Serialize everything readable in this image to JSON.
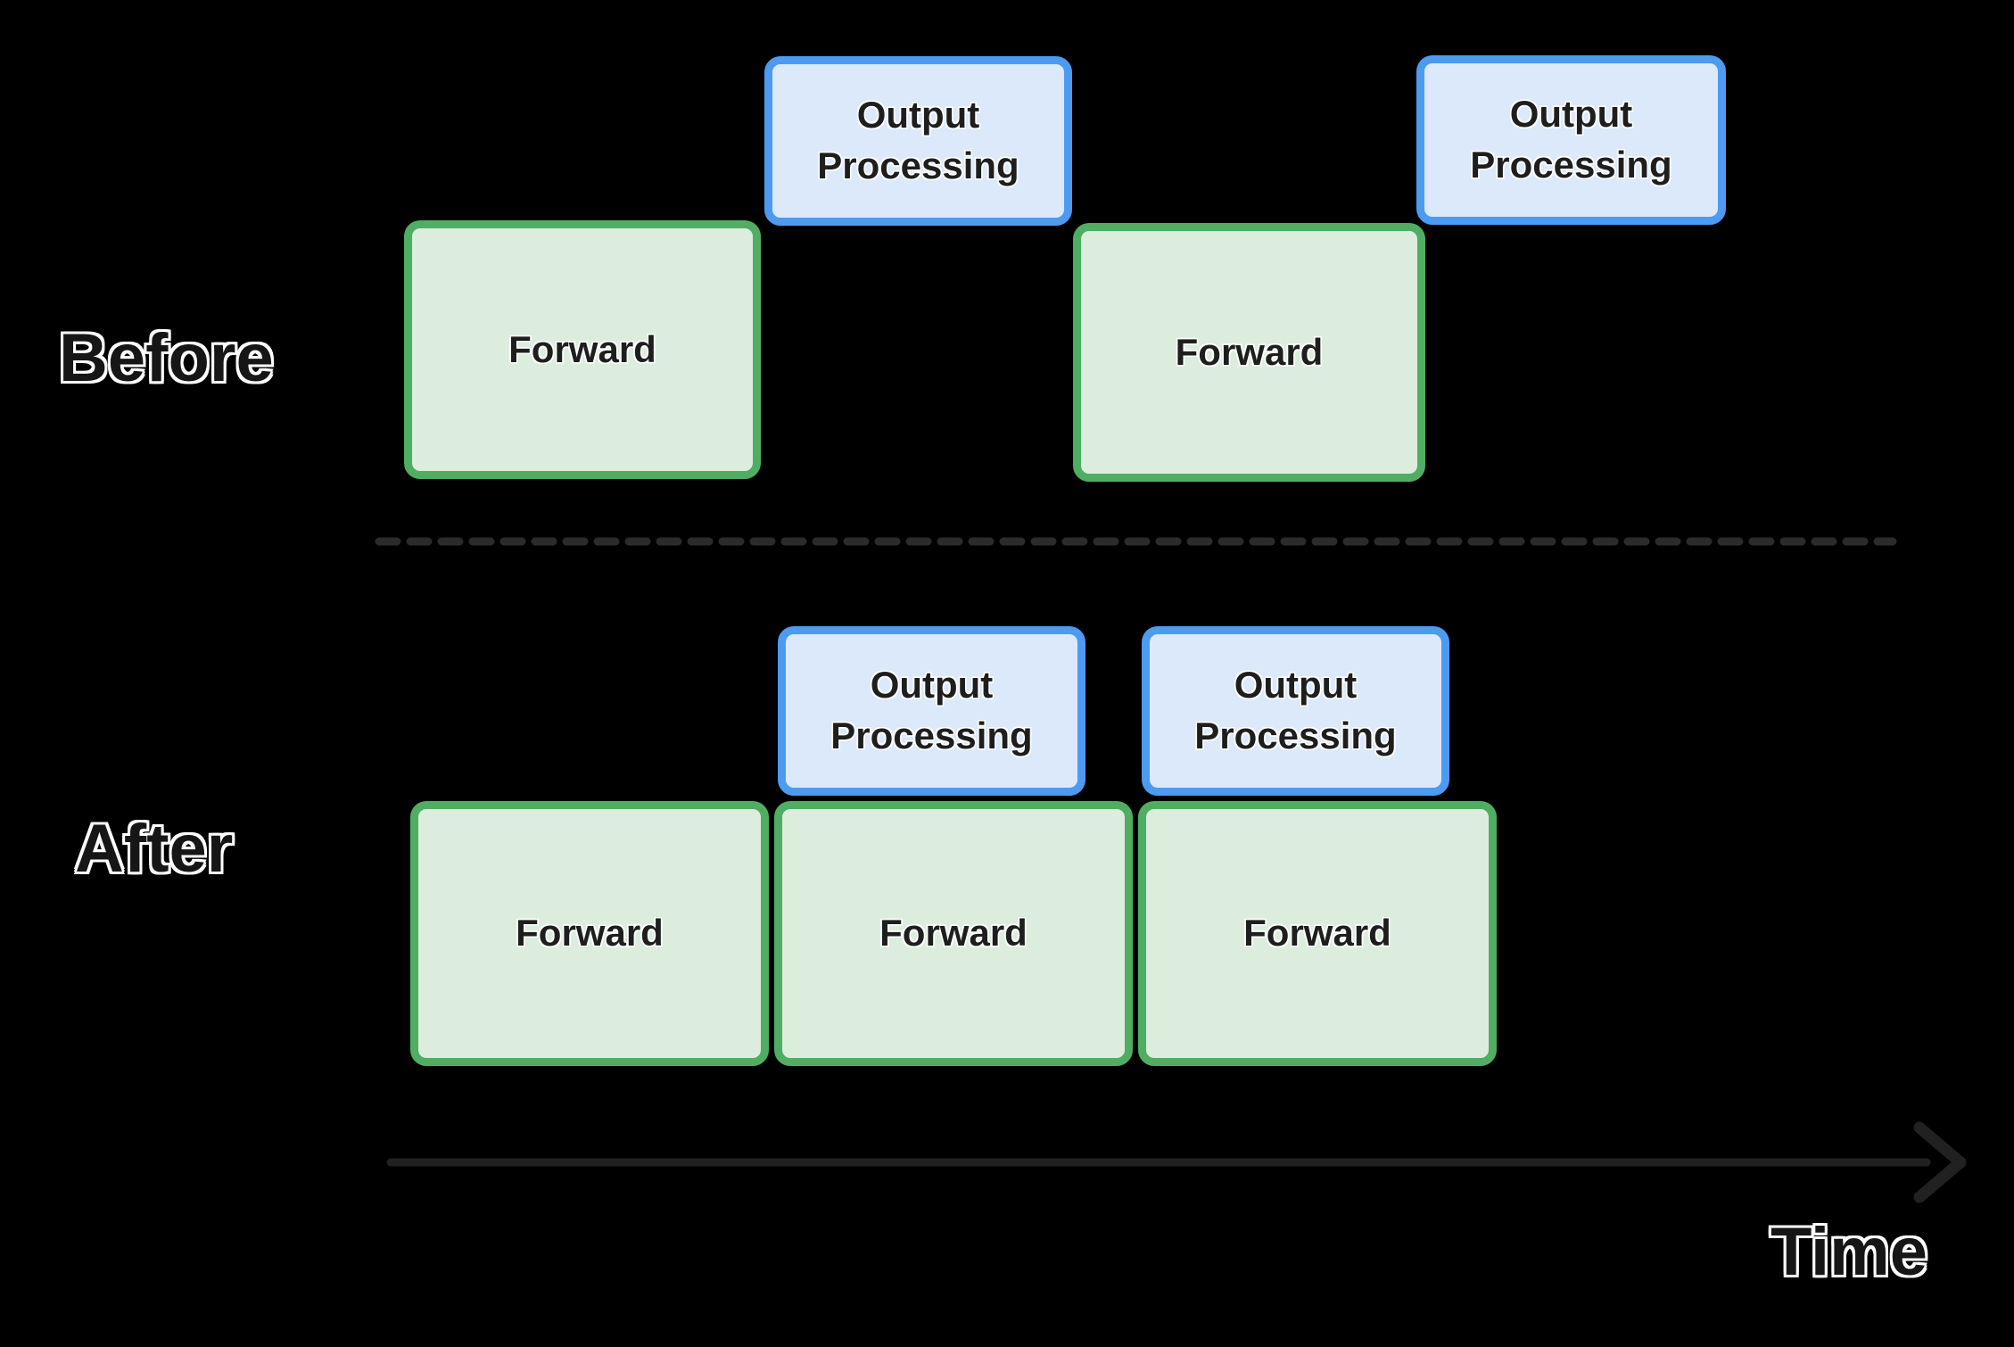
{
  "diagram_title": "",
  "before_row": {
    "label": "Before",
    "boxes": [
      {
        "kind": "forward",
        "label": "Forward"
      },
      {
        "kind": "output",
        "label": "Output Processing"
      },
      {
        "kind": "forward",
        "label": "Forward"
      },
      {
        "kind": "output",
        "label": "Output Processing"
      }
    ]
  },
  "after_row": {
    "label": "After",
    "boxes": [
      {
        "kind": "output",
        "label": "Output Processing"
      },
      {
        "kind": "output",
        "label": "Output Processing"
      },
      {
        "kind": "forward",
        "label": "Forward"
      },
      {
        "kind": "forward",
        "label": "Forward"
      },
      {
        "kind": "forward",
        "label": "Forward"
      }
    ]
  },
  "time_axis": {
    "label": "Time"
  },
  "colors": {
    "background": "#000000",
    "forward_fill": "#dcedde",
    "forward_border": "#4fae62",
    "output_fill": "#dce9fa",
    "output_border": "#4c9bf1",
    "divider_dash": "#2b2b2b",
    "arrow": "#212121",
    "box_text": "#1e1e1e",
    "label_outline": "#ffffff"
  }
}
